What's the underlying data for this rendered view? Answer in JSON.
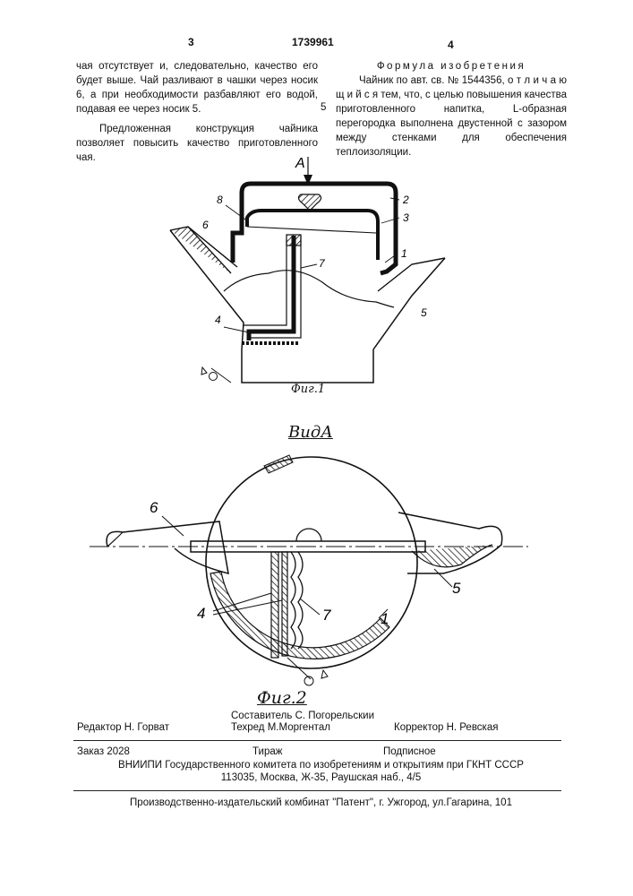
{
  "header": {
    "page_left": "3",
    "patent_number": "1739961",
    "page_right": "4"
  },
  "left_column": {
    "para1": "чая отсутствует и, следовательно, качество его будет выше. Чай разливают в чашки через носик 6, а при необходимости разбавляют его водой, подавая ее через носик 5.",
    "para2": "Предложенная конструкция чайника позволяет повысить качество приготовленного чая."
  },
  "margin_number": "5",
  "right_column": {
    "title": "Формула изобретения",
    "claim": "Чайник по авт. св. № 1544356, о т л и ч а ю щ и й с я тем, что, с целью повышения качества приготовленного напитка, L-образная перегородка выполнена двустенной с зазором между стенками для обеспечения теплоизоляции."
  },
  "figure1": {
    "view_arrow": "A",
    "labels": [
      "1",
      "2",
      "3",
      "4",
      "5",
      "6",
      "7",
      "8"
    ],
    "caption": "Фиг.1"
  },
  "figure2": {
    "view_title": "ВидА",
    "labels": [
      "1",
      "4",
      "5",
      "6",
      "7"
    ],
    "caption": "Фиг.2"
  },
  "imprint": {
    "compiler": "Составитель  С. Погорельскии",
    "editor": "Редактор  Н. Горват",
    "techred": "Техред М.Моргентал",
    "corrector": "Корректор  Н. Ревская",
    "order": "Заказ  2028",
    "circulation": "Тираж",
    "subscription": "Подписное",
    "institute": "ВНИИПИ Государственного комитета по изобретениям и открытиям при ГКНТ СССР",
    "address": "113035, Москва, Ж-35, Раушская наб., 4/5",
    "printer": "Производственно-издательский комбинат \"Патент\", г. Ужгород, ул.Гагарина, 101"
  }
}
